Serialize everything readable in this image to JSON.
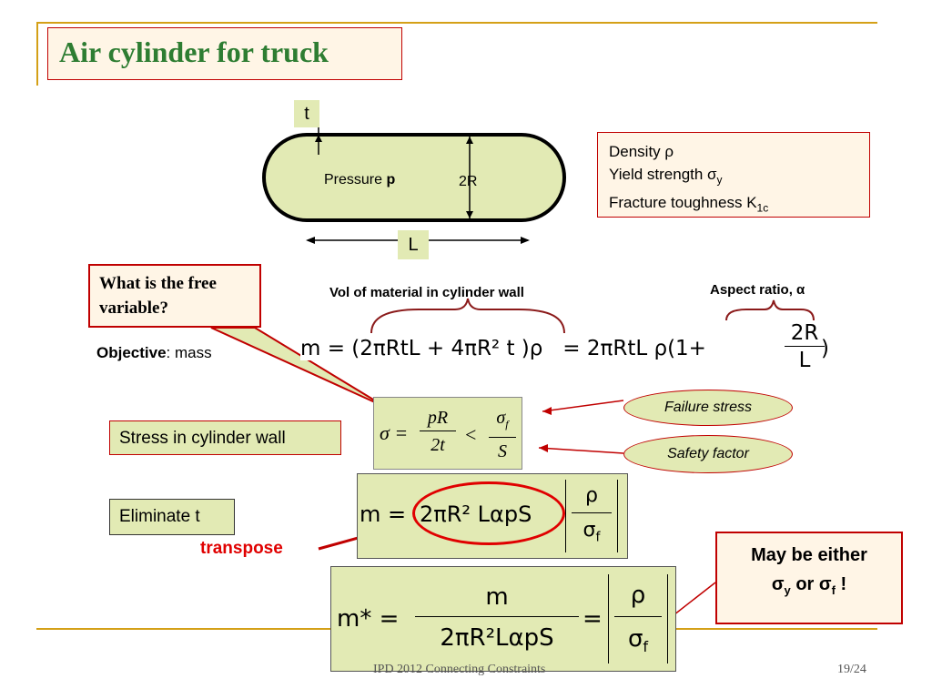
{
  "slide": {
    "title": "Air cylinder for truck",
    "footer_left": "IPD 2012 Connecting Constraints",
    "page_number": "19/24"
  },
  "diagram": {
    "t_label": "t",
    "pressure_label": "Pressure",
    "pressure_symbol": "p",
    "radius_label": "2R",
    "length_label": "L"
  },
  "materials": {
    "density": "Density ρ",
    "yield": "Yield strength σ",
    "yield_sub": "y",
    "fracture": "Fracture toughness  K",
    "fracture_sub": "1c"
  },
  "question_callout": "What is the free variable?",
  "labels": {
    "vol_material": "Vol of material in cylinder wall",
    "aspect_ratio": "Aspect ratio, α",
    "objective": "Objective",
    "objective_rest": ":  mass"
  },
  "equations": {
    "mass": "m = (2πRtL + 4πR² t )ρ   = 2πRtL ρ(1+",
    "aspect_num": "2R",
    "aspect_den": "L",
    "aspect_close": ")",
    "stress_lhs": "σ =",
    "stress_num": "pR",
    "stress_den": "2t",
    "stress_lt": "<",
    "stress_rnum": "σ",
    "stress_rnum_sub": "f",
    "stress_rden": "S",
    "m_elim": "m = ",
    "m_elim_circled": "2πR² LαpS",
    "m_elim_frac_num": "ρ",
    "m_elim_frac_den": "σ",
    "m_elim_frac_den_sub": "f",
    "mstar_lhs": "m* =",
    "mstar_num": "m",
    "mstar_den": "2πR²LαpS",
    "mstar_eq": "=",
    "mstar_frac_num": "ρ",
    "mstar_frac_den": "σ",
    "mstar_frac_den_sub": "f"
  },
  "boxes": {
    "stress_in_wall": "Stress in cylinder wall",
    "eliminate_t": "Eliminate t",
    "transpose": "transpose"
  },
  "ellipses": {
    "failure_stress": "Failure stress",
    "safety_factor": "Safety factor"
  },
  "maybe": {
    "line1": "May be either",
    "sigma": "σ",
    "sub_y": "y",
    "or": " or ",
    "sub_f": "f",
    "bang": "  !"
  },
  "colors": {
    "title_green": "#2e7d32",
    "accent_red": "#c00000",
    "box_green": "#e2eab4",
    "gold": "#d4a017"
  }
}
